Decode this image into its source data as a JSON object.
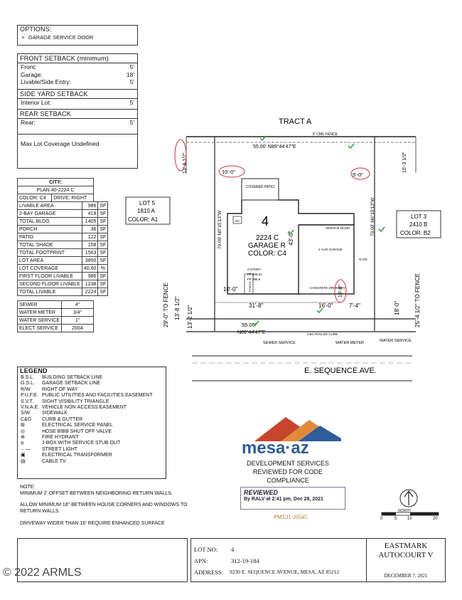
{
  "options": {
    "title": "OPTIONS:",
    "items": [
      "GARAGE SERVICE DOOR"
    ]
  },
  "setbacks": {
    "front_title": "FRONT SETBACK (minimum)",
    "front_rows": [
      {
        "label": "Front:",
        "value": "5'"
      },
      {
        "label": "Garage:",
        "value": "18'"
      },
      {
        "label": "Livable/Side Entry:",
        "value": "5'"
      }
    ],
    "side_title": "SIDE YARD SETBACK",
    "side_rows": [
      {
        "label": "Interior Lot:",
        "value": "5'"
      }
    ],
    "rear_title": "REAR SETBACK",
    "rear_rows": [
      {
        "label": "Rear:",
        "value": "5'"
      }
    ],
    "coverage_note": "Max Lot Coverage Undefined"
  },
  "stats": {
    "city": "CITY:",
    "plan": "PLAN 40-2224 C",
    "color": "COLOR: C4",
    "drive": "DRIVE: RIGHT",
    "rows": [
      {
        "label": "LIVABLE AREA",
        "value": "986",
        "unit": "SF"
      },
      {
        "label": "2-BAY GARAGE",
        "value": "419",
        "unit": "SF"
      },
      {
        "label": "TOTAL BLDG",
        "value": "1405",
        "unit": "SF"
      },
      {
        "label": "PORCH",
        "value": "36",
        "unit": "SF"
      },
      {
        "label": "PATIO",
        "value": "122",
        "unit": "SF"
      },
      {
        "label": "TOTAL SHADE",
        "value": "158",
        "unit": "SF"
      },
      {
        "label": "TOTAL FOOTPRINT",
        "value": "1563",
        "unit": "SF"
      },
      {
        "label": "LOT AREA",
        "value": "3850",
        "unit": "SF"
      },
      {
        "label": "LOT COVERAGE",
        "value": "40.60",
        "unit": "%"
      },
      {
        "label": "FIRST FLOOR LIVABLE",
        "value": "986",
        "unit": "SF"
      },
      {
        "label": "SECOND FLOOR LIVABLE",
        "value": "1238",
        "unit": "SF"
      },
      {
        "label": "TOTAL LIVABLE",
        "value": "2224",
        "unit": "SF"
      }
    ],
    "util_rows": [
      {
        "label": "SEWER",
        "value": "4\""
      },
      {
        "label": "WATER METER",
        "value": "3/4\""
      },
      {
        "label": "WATER SERVICE",
        "value": "1\""
      },
      {
        "label": "ELECT SERVICE",
        "value": "200A"
      }
    ]
  },
  "legend": {
    "title": "LEGEND",
    "rows": [
      {
        "k": "B.S.L.",
        "v": "BUILDING SETBACK LINE"
      },
      {
        "k": "G.S.L.",
        "v": "GARAGE SETBACK LINE"
      },
      {
        "k": "R/W",
        "v": "RIGHT OF WAY"
      },
      {
        "k": "P.U.F.E.",
        "v": "PUBLIC UTILITIES AND FACILITIES EASEMENT"
      },
      {
        "k": "S.V.T.",
        "v": "SIGHT VISIBILITY TRIANGLE"
      },
      {
        "k": "V.N.A.E.",
        "v": "VEHICLE NON-ACCESS EASEMENT"
      },
      {
        "k": "S/W",
        "v": "SIDEWALK"
      },
      {
        "k": "C&G",
        "v": "CURB & GUTTER"
      },
      {
        "k": "⊞",
        "v": "ELECTRICAL SERVICE PANEL"
      },
      {
        "k": "◎",
        "v": "HOSE BIBB SHUT OFF VALVE"
      },
      {
        "k": "⊕",
        "v": "FIRE HYDRANT"
      },
      {
        "k": "⦻",
        "v": "J-BOX WITH SERVICE STUB OUT"
      },
      {
        "k": "←—",
        "v": "STREET LIGHT"
      },
      {
        "k": "▣",
        "v": "ELECTRICAL TRANSFORMER"
      },
      {
        "k": "▤",
        "v": "CABLE TV"
      }
    ]
  },
  "notes": {
    "title": "NOTE:",
    "lines": [
      "MINIMUM 2' OFFSET BETWEEN NEIGHBORING RETURN WALLS.",
      "ALLOW MINIMUM 18\" BETWEEN HOUSE CORNERS AND WINDOWS TO RETURN WALLS",
      "DRIVEWAY WIDER THAN 16' REQUIRE ENHANCED SURFACE"
    ]
  },
  "plan": {
    "tract": "TRACT A",
    "lot4": "4",
    "lot4_sf": "2224 C",
    "garage": "GARAGE R",
    "color": "COLOR: C4",
    "lot5": {
      "line1": "LOT 5",
      "line2": "1810 A",
      "line3": "COLOR: A1"
    },
    "lot3": {
      "line1": "LOT 3",
      "line2": "2410 B",
      "line3": "COLOR: B2"
    },
    "street": "E. SEQUENCE AVE.",
    "top_dim": "55.00' N89°44'47\"E",
    "bottom_dim": "55.00'",
    "bottom_bearing": "N89°44'47\"E",
    "left_side": "70.00' N0°15'13\"W",
    "right_side": "70.00' N0°15'13\"W",
    "d_13_9": "13'-9 1/2\"",
    "d_15_3": "15'-3 1/2\"",
    "d_10": "10'-0\"",
    "d_5": "5'-0\"",
    "d_43": "43'-0\"",
    "d_29": "29'-0\" TO FENCE",
    "d_13_8": "13'-8 1/2\"",
    "d_13_2": "13'-2 1/2\"",
    "d_10b": "10'-0\"",
    "d_31_8": "31'-8\"",
    "d_16": "16'-0\"",
    "d_7_4": "7'-4\"",
    "d_19": "19'-0\"",
    "d_18": "18'-0\"",
    "d_25_4": "25'-4 1/2\" TO FENCE",
    "fence": "6' CMU FENCE",
    "covered_patio": "COVERED PATIO",
    "two_story": "2-STORY",
    "ff1": "FF:396.81",
    "ff2": "FP:395.6",
    "service_door": "SERVICE DOOR",
    "two_car": "2 CAR GARAGE",
    "concrete": "CONCRETE DRIVEWAY",
    "gate": "GATE",
    "sewer_service": "SEWER SERVICE",
    "water_meter": "WATER METER",
    "water_service": "WATER SERVICE",
    "curb": "C&G ROLLED CURB",
    "ac": "A/C",
    "porch": "PORCH"
  },
  "stamp": {
    "logo": "mesa·az",
    "line1": "DEVELOPMENT SERVICES",
    "line2": "REVIEWED FOR CODE",
    "line3": "COMPLIANCE",
    "reviewed": "REVIEWED",
    "by": "By RALV at 2:41 pm, Dec 28, 2021",
    "permit": "PMT21-20545",
    "colors": {
      "red": "#c7452c",
      "orange": "#e08a3a",
      "blue": "#2e5c9c",
      "purple": "#6e4b8f"
    }
  },
  "north": {
    "label": "NORTH",
    "scale": [
      "0",
      "5",
      "10",
      "20"
    ]
  },
  "title_block": {
    "lot_label": "LOT NO:",
    "lot_value": "4",
    "apn_label": "APN:",
    "apn_value": "312-19-184",
    "addr_label": "ADDRESS:",
    "addr_value": "9230 E. SEQUENCE AVENUE, MESA, AZ 85212",
    "project1": "EASTMARK",
    "project2": "AUTOCOURT V",
    "date": "DECEMBER 7, 2021"
  },
  "watermark": "© 2022 ARMLS"
}
